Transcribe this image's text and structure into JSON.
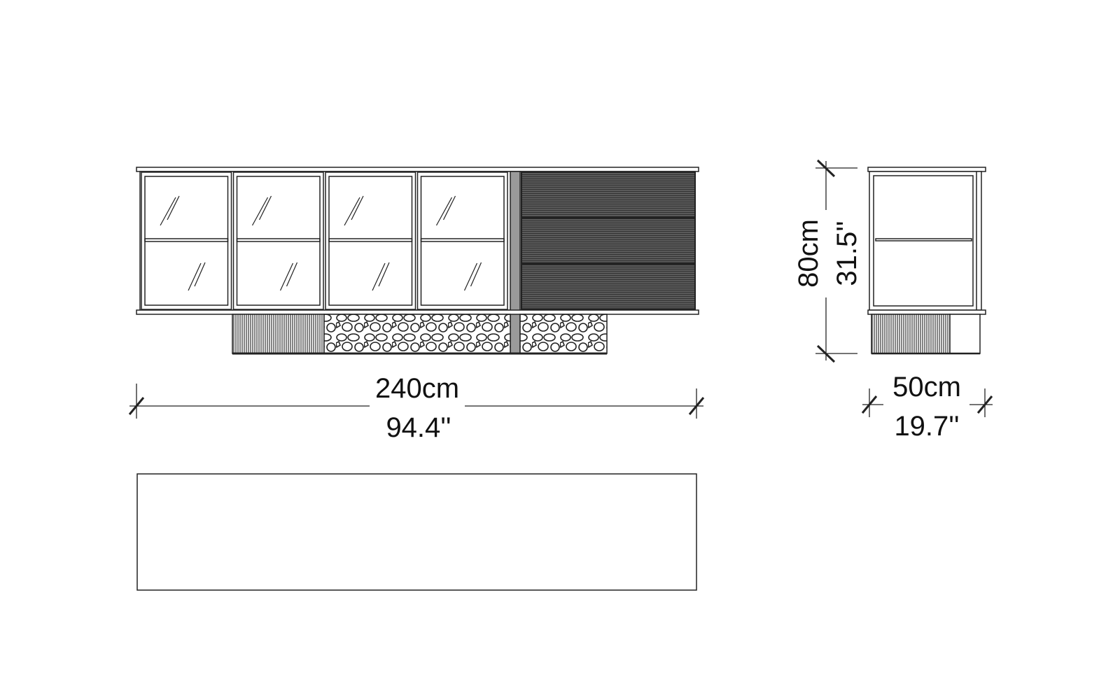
{
  "front_view": {
    "door_count": 4,
    "drawer_count": 3,
    "width_label_cm": "240cm",
    "width_label_in": "94.4''"
  },
  "side_view": {
    "height_label_cm": "80cm",
    "height_label_in": "31.5''",
    "depth_label_cm": "50cm",
    "depth_label_in": "19.7''"
  },
  "colors": {
    "line": "#222222",
    "drawer_fill": "#555555",
    "post_fill": "#9a9a9a"
  }
}
